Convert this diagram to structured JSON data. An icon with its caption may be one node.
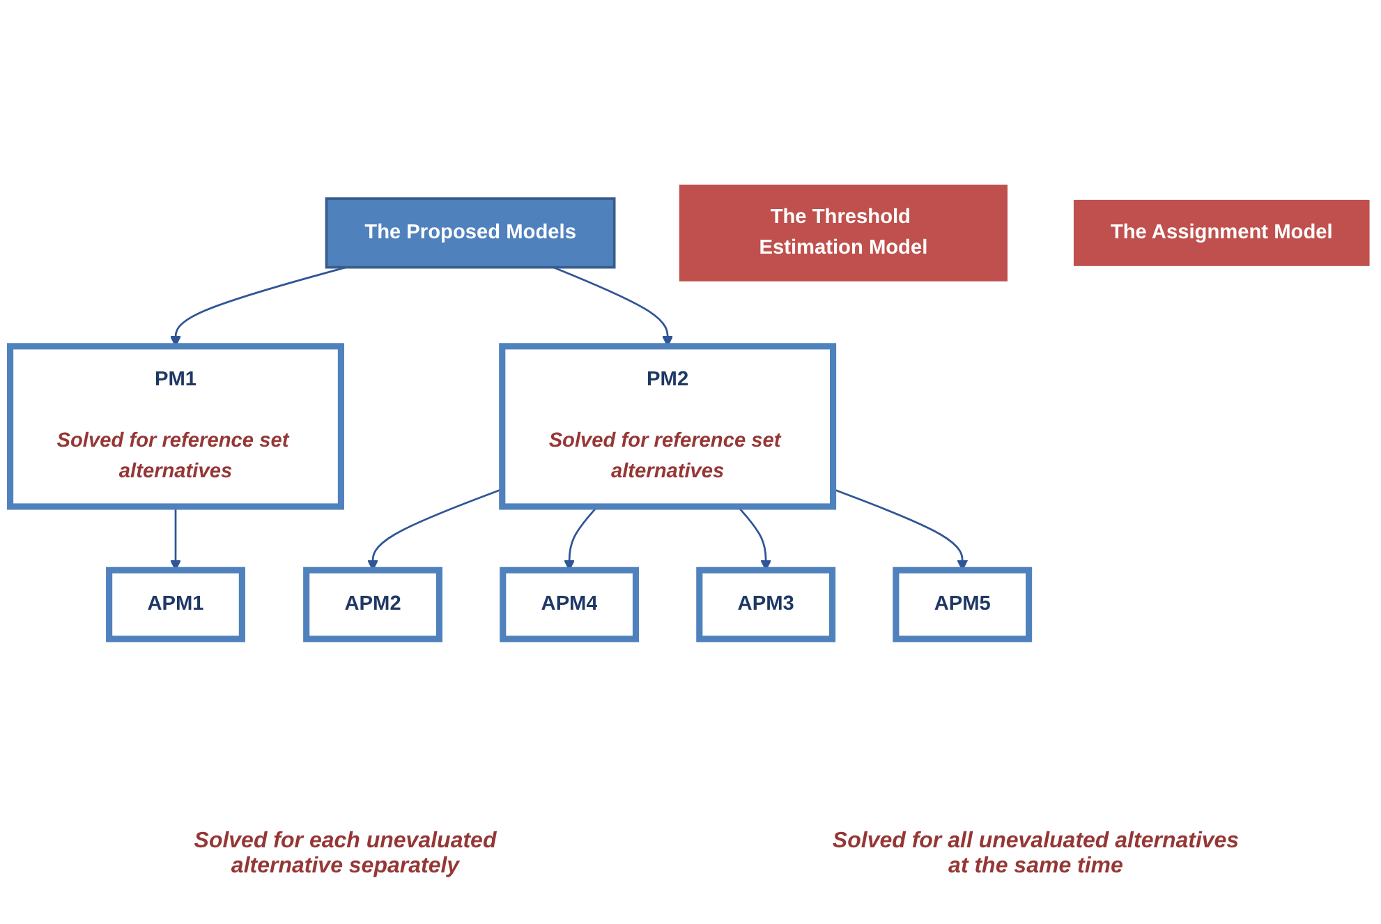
{
  "diagram": {
    "nodes": [
      {
        "text": [
          "The Proposed Models"
        ]
      },
      {
        "text": [
          "The Threshold Estimation Model"
        ]
      },
      {
        "text": [
          "PM1",
          "Solved for reference set alternatives"
        ]
      },
      {
        "text": [
          "PM2",
          "Solved for reference set alternatives"
        ]
      },
      {
        "text": [
          "The Assignment Model"
        ]
      },
      {
        "text": [
          "APM1"
        ]
      },
      {
        "text": [
          "APM2"
        ]
      },
      {
        "text": [
          "APM4"
        ]
      },
      {
        "text": [
          "APM3"
        ]
      },
      {
        "text": [
          "APM5"
        ]
      }
    ],
    "edges": [
      {
        "from": 0,
        "to": 2,
        "arrow": "to"
      },
      {
        "from": 0,
        "to": 3,
        "arrow": "to"
      },
      {
        "from": 2,
        "to": 5,
        "arrow": "to"
      },
      {
        "from": 3,
        "to": 6,
        "arrow": "to"
      },
      {
        "from": 3,
        "to": 7,
        "arrow": "to"
      },
      {
        "from": 3,
        "to": 8,
        "arrow": "to"
      },
      {
        "from": 3,
        "to": 9,
        "arrow": "to"
      }
    ],
    "labels": [
      "Solved for each unevaluated alternative separately",
      "Solved for all unevaluated alternatives at the same time"
    ]
  }
}
